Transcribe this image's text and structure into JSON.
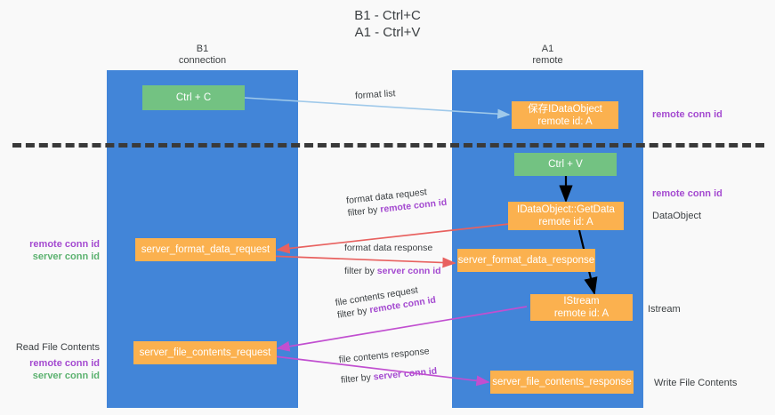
{
  "title": {
    "line1": "B1 - Ctrl+C",
    "line2": "A1 - Ctrl+V"
  },
  "colors": {
    "lane": "#4285d8",
    "green_box": "#73c282",
    "orange_box": "#fbb14f",
    "purple_text": "#a44ad0",
    "green_text": "#5cb270",
    "black_text": "#3c4043",
    "arrow_blue": "#9fc9ea",
    "arrow_black": "#000000",
    "arrow_red": "#e8615f",
    "arrow_magenta": "#c14fd0",
    "dashed_line": "#3a3a3a",
    "background": "#f9f9f9"
  },
  "columns": [
    {
      "name": "B1",
      "sub": "connection"
    },
    {
      "name": "A1",
      "sub": "remote"
    }
  ],
  "boxes": {
    "ctrl_c": {
      "line1": "Ctrl + C",
      "line2": ""
    },
    "save_idataobject": {
      "line1": "保存IDataObject",
      "line2": "remote id: A"
    },
    "ctrl_v": {
      "line1": "Ctrl + V",
      "line2": ""
    },
    "getdata": {
      "line1": "IDataObject::GetData",
      "line2": "remote id: A"
    },
    "fmt_request": {
      "line1": "server_format_data_request",
      "line2": ""
    },
    "fmt_response": {
      "line1": "server_format_data_response",
      "line2": ""
    },
    "istream": {
      "line1": "IStream",
      "line2": "remote id: A"
    },
    "file_request": {
      "line1": "server_file_contents_request",
      "line2": ""
    },
    "file_response": {
      "line1": "server_file_contents_response",
      "line2": ""
    }
  },
  "captions": {
    "format_list": "format list",
    "fmt_req_l1": "format data request",
    "fmt_req_l2_pre": "filter by ",
    "fmt_req_l2_key": "remote conn id",
    "fmt_res_l1": "format data response",
    "fmt_res_l2_pre": "filter by ",
    "fmt_res_l2_key": "server conn id",
    "file_req_l1": "file contents request",
    "file_req_l2_pre": "filter by ",
    "file_req_l2_key": "remote conn id",
    "file_res_l1": "file contents response",
    "file_res_l2_pre": "filter by ",
    "file_res_l2_key": "server conn id"
  },
  "side_labels": {
    "right_remote_conn_top": "remote conn id",
    "right_remote_conn_mid": "remote conn id",
    "right_dataobject": "DataObject",
    "right_istream": "Istream",
    "right_write_file": "Write File Contents",
    "left_remote_conn": "remote conn id",
    "left_server_conn": "server conn id",
    "left_read_file": "Read File Contents",
    "left_remote_conn2": "remote conn id",
    "left_server_conn2": "server conn id"
  }
}
